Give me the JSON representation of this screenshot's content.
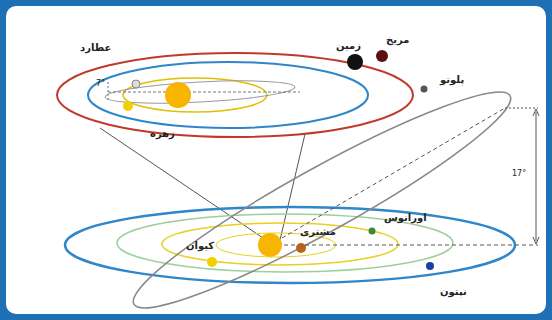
{
  "diagram": {
    "labels": [
      "عطارد",
      "زمین",
      "مریخ",
      "زهره",
      "7°",
      "پلوتو",
      "اورانوس",
      "مشتری",
      "کیوان",
      "نپتون",
      "17°"
    ]
  }
}
